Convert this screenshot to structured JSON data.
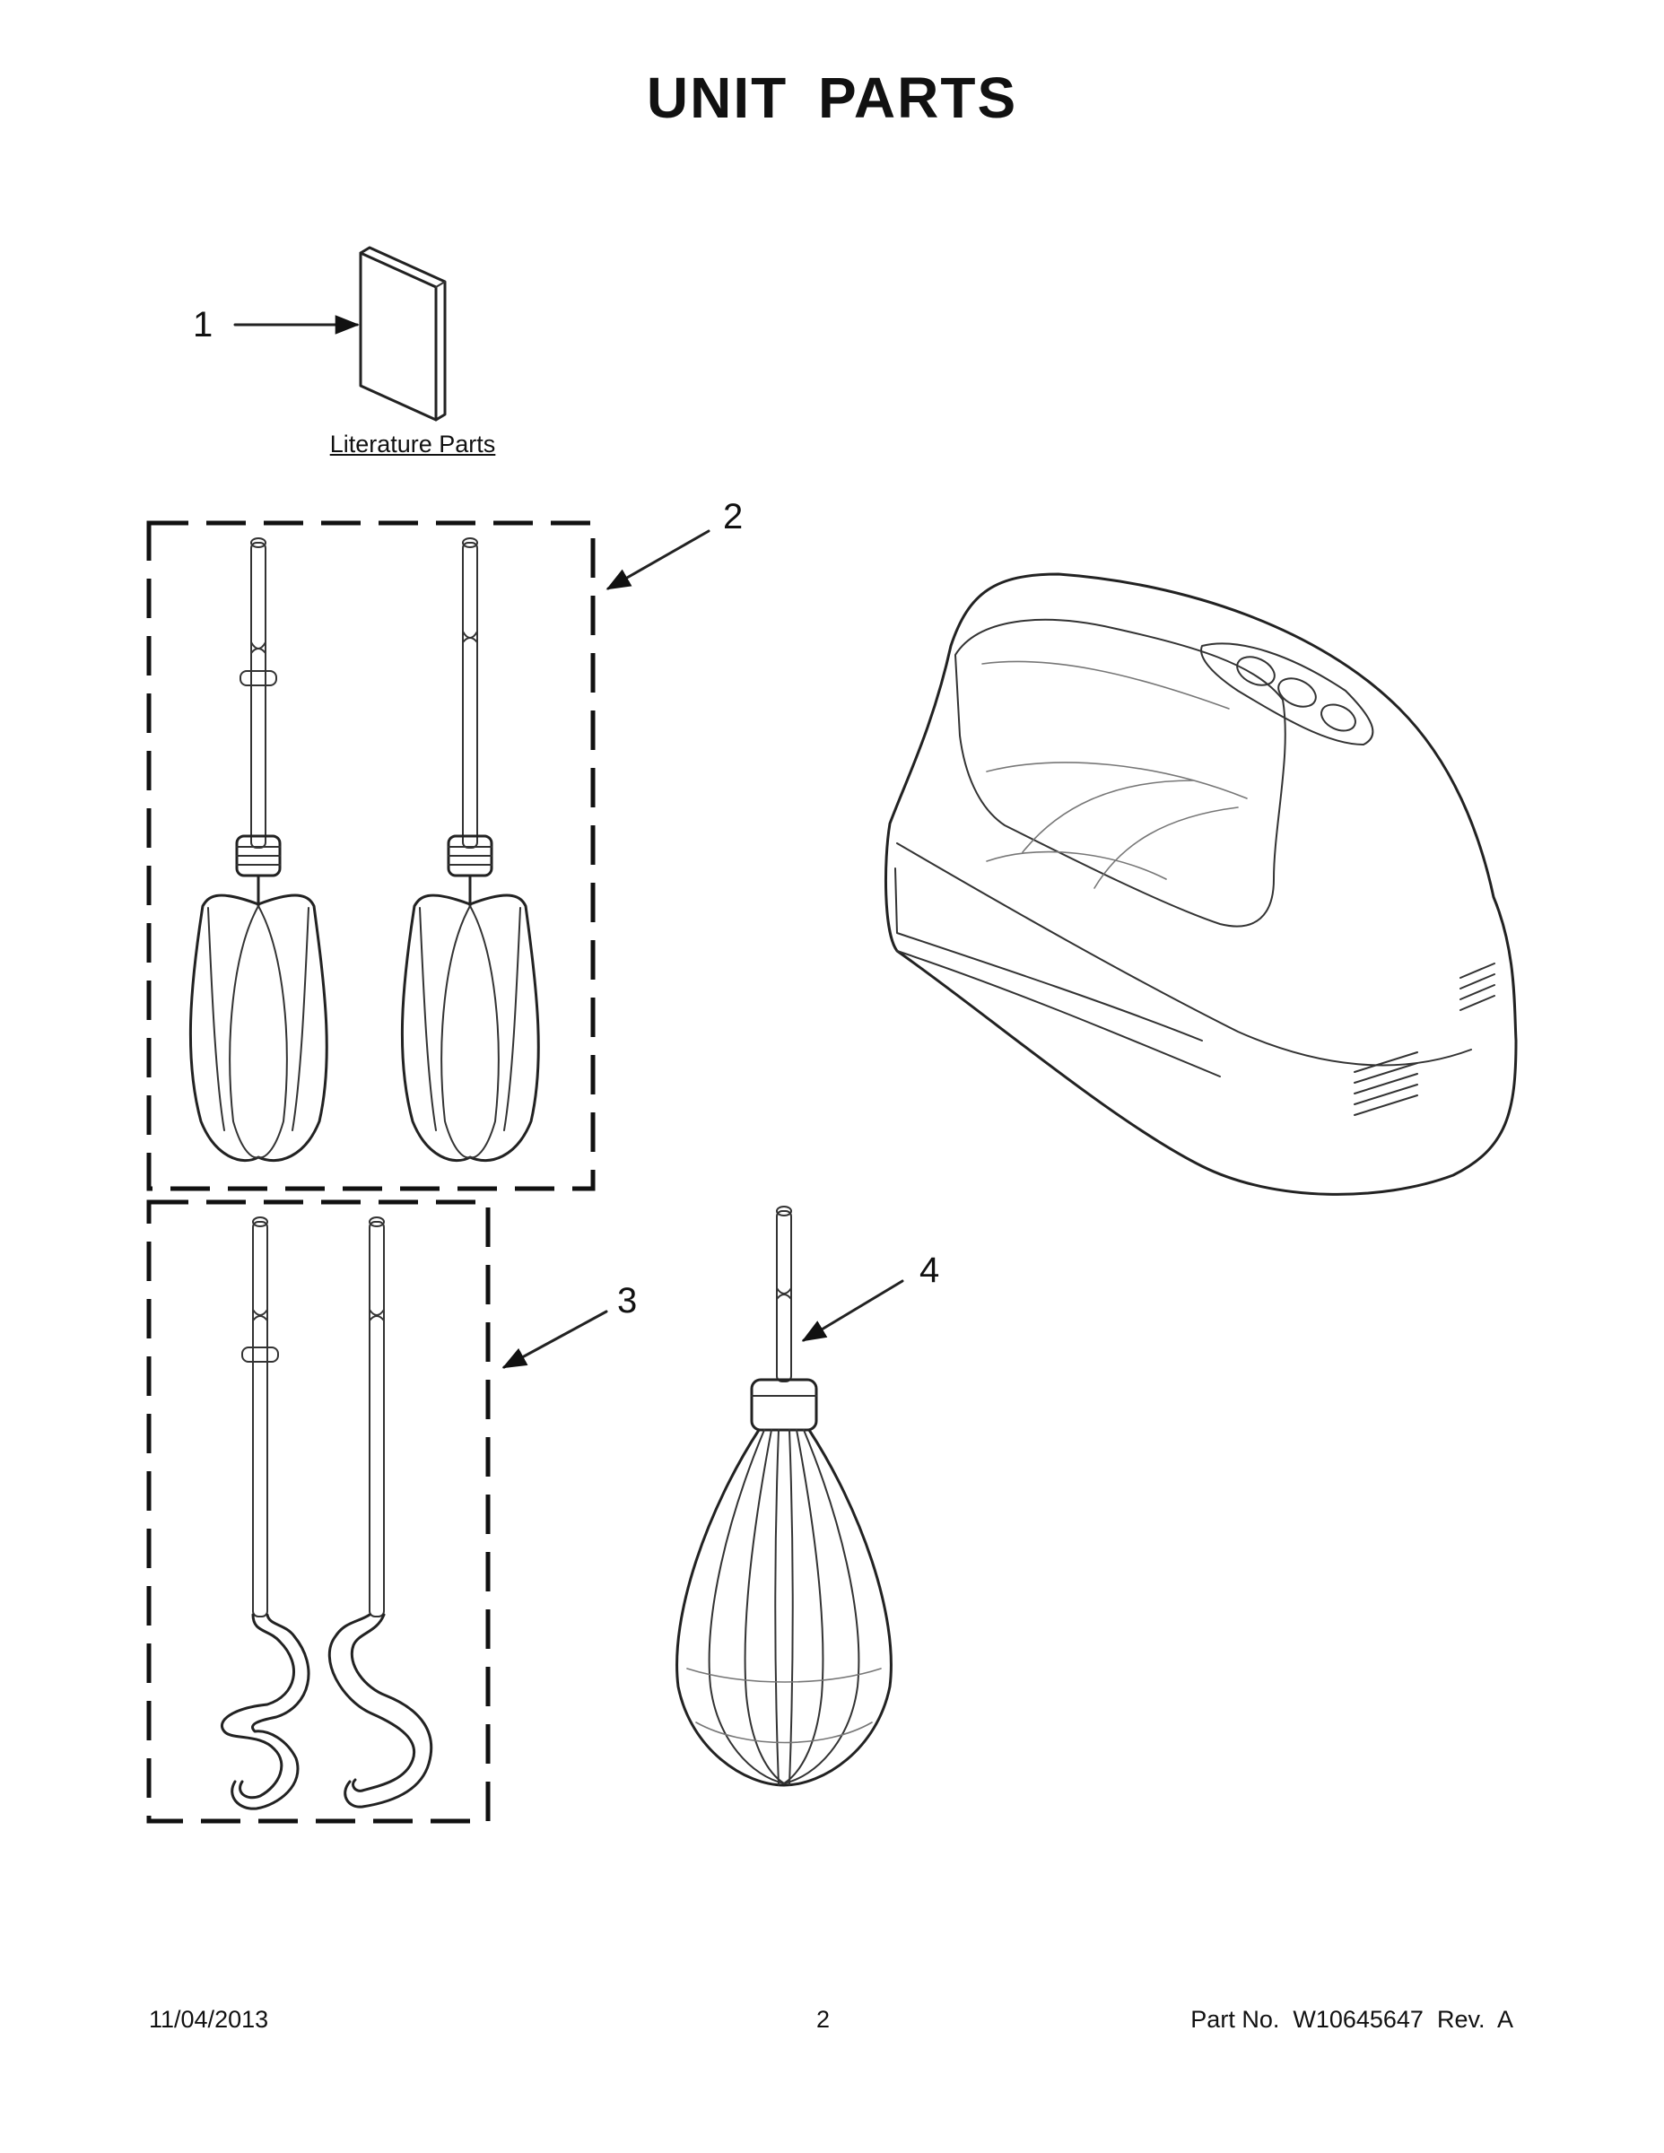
{
  "title": "UNIT PARTS",
  "callouts": [
    "1",
    "2",
    "3",
    "4"
  ],
  "literature_label": "Literature Parts",
  "footer": {
    "date": "11/04/2013",
    "page": "2",
    "part_no": "Part No.  W10645647  Rev.  A"
  }
}
